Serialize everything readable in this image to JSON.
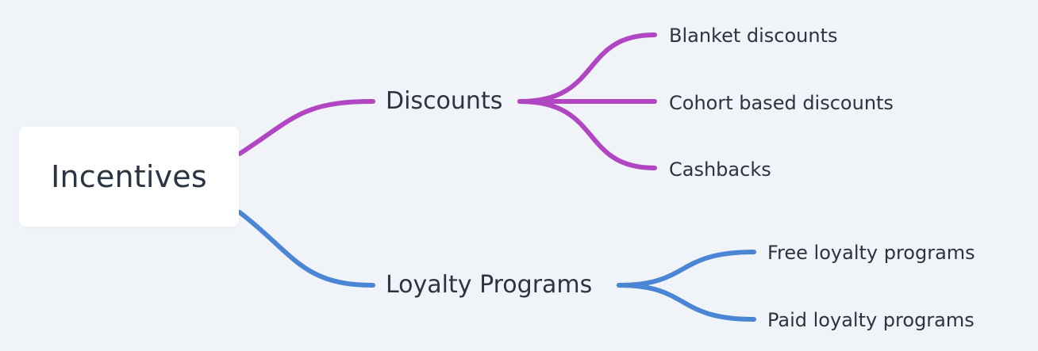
{
  "mindmap": {
    "root": {
      "label": "Incentives"
    },
    "branches": [
      {
        "label": "Discounts",
        "color": "#b146c2",
        "children": [
          {
            "label": "Blanket discounts"
          },
          {
            "label": "Cohort based discounts"
          },
          {
            "label": "Cashbacks"
          }
        ]
      },
      {
        "label": "Loyalty Programs",
        "color": "#4a86d4",
        "children": [
          {
            "label": "Free loyalty programs"
          },
          {
            "label": "Paid loyalty programs"
          }
        ]
      }
    ]
  }
}
